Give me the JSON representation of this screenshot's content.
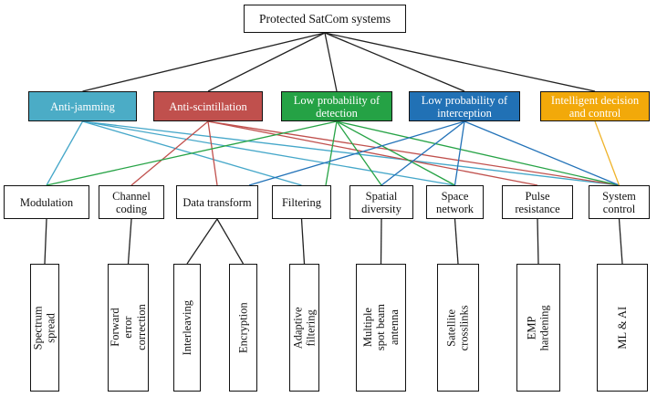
{
  "figure": {
    "title": "Protected SatCom systems"
  },
  "colors": {
    "black": "#222222",
    "aj": "#45A7C9",
    "as": "#C0504D",
    "lpd": "#27A346",
    "lpi": "#2272B8",
    "idc": "#EFB32A"
  },
  "nodes": {
    "root": {
      "id": "root",
      "label": "Protected SatCom systems"
    },
    "level2": [
      {
        "id": "aj",
        "label": "Anti-jamming",
        "fill": "#4BACC6"
      },
      {
        "id": "as",
        "label": "Anti-scintillation",
        "fill": "#C0504D"
      },
      {
        "id": "lpd",
        "label": "Low probability of detection",
        "fill": "#25A245"
      },
      {
        "id": "lpi",
        "label": "Low probability of interception",
        "fill": "#2171B5"
      },
      {
        "id": "idc",
        "label": "Intelligent decision and control",
        "fill": "#F2A90A"
      }
    ],
    "level3": [
      {
        "id": "modulation",
        "label": "Modulation"
      },
      {
        "id": "channel",
        "label": "Channel coding"
      },
      {
        "id": "datatrans",
        "label": "Data transform"
      },
      {
        "id": "filtering",
        "label": "Filtering"
      },
      {
        "id": "spatial",
        "label": "Spatial diversity"
      },
      {
        "id": "spacenet",
        "label": "Space network"
      },
      {
        "id": "pulse",
        "label": "Pulse resistance"
      },
      {
        "id": "syscontrol",
        "label": "System control"
      }
    ],
    "level4": [
      {
        "id": "spectrum",
        "label": "Spectrum spread"
      },
      {
        "id": "fec",
        "label": "Forward error correction"
      },
      {
        "id": "interleaving",
        "label": "Interleaving"
      },
      {
        "id": "encryption",
        "label": "Encryption"
      },
      {
        "id": "adaptive",
        "label": "Adaptive filtering"
      },
      {
        "id": "msba",
        "label": "Multiple spot beam antenna"
      },
      {
        "id": "satcross",
        "label": "Satellite crosslinks"
      },
      {
        "id": "emp",
        "label": "EMP hardening"
      },
      {
        "id": "mlai",
        "label": "ML & AI"
      }
    ],
    "edges": [
      {
        "from": "root",
        "to": "aj",
        "color": "black"
      },
      {
        "from": "root",
        "to": "as",
        "color": "black"
      },
      {
        "from": "root",
        "to": "lpd",
        "color": "black"
      },
      {
        "from": "root",
        "to": "lpi",
        "color": "black"
      },
      {
        "from": "root",
        "to": "idc",
        "color": "black"
      },
      {
        "from": "aj",
        "to": "modulation",
        "color": "aj"
      },
      {
        "from": "aj",
        "to": "filtering",
        "color": "aj"
      },
      {
        "from": "aj",
        "to": "spacenet",
        "color": "aj"
      },
      {
        "from": "aj",
        "to": "syscontrol",
        "color": "aj"
      },
      {
        "from": "as",
        "to": "channel",
        "color": "as"
      },
      {
        "from": "as",
        "to": "datatrans",
        "color": "as"
      },
      {
        "from": "as",
        "to": "pulse",
        "color": "as"
      },
      {
        "from": "as",
        "to": "syscontrol",
        "color": "as"
      },
      {
        "from": "lpd",
        "to": "modulation",
        "color": "lpd"
      },
      {
        "from": "lpd",
        "to": "filtering",
        "color": "lpd"
      },
      {
        "from": "lpd",
        "to": "spatial",
        "color": "lpd"
      },
      {
        "from": "lpd",
        "to": "spacenet",
        "color": "lpd"
      },
      {
        "from": "lpd",
        "to": "syscontrol",
        "color": "lpd"
      },
      {
        "from": "lpi",
        "to": "datatrans",
        "color": "lpi"
      },
      {
        "from": "lpi",
        "to": "spatial",
        "color": "lpi"
      },
      {
        "from": "lpi",
        "to": "spacenet",
        "color": "lpi"
      },
      {
        "from": "lpi",
        "to": "syscontrol",
        "color": "lpi"
      },
      {
        "from": "idc",
        "to": "syscontrol",
        "color": "idc"
      },
      {
        "from": "modulation",
        "to": "spectrum",
        "color": "black"
      },
      {
        "from": "channel",
        "to": "fec",
        "color": "black"
      },
      {
        "from": "datatrans",
        "to": "interleaving",
        "color": "black"
      },
      {
        "from": "datatrans",
        "to": "encryption",
        "color": "black"
      },
      {
        "from": "filtering",
        "to": "adaptive",
        "color": "black"
      },
      {
        "from": "spatial",
        "to": "msba",
        "color": "black"
      },
      {
        "from": "spacenet",
        "to": "satcross",
        "color": "black"
      },
      {
        "from": "pulse",
        "to": "emp",
        "color": "black"
      },
      {
        "from": "syscontrol",
        "to": "mlai",
        "color": "black"
      }
    ]
  }
}
